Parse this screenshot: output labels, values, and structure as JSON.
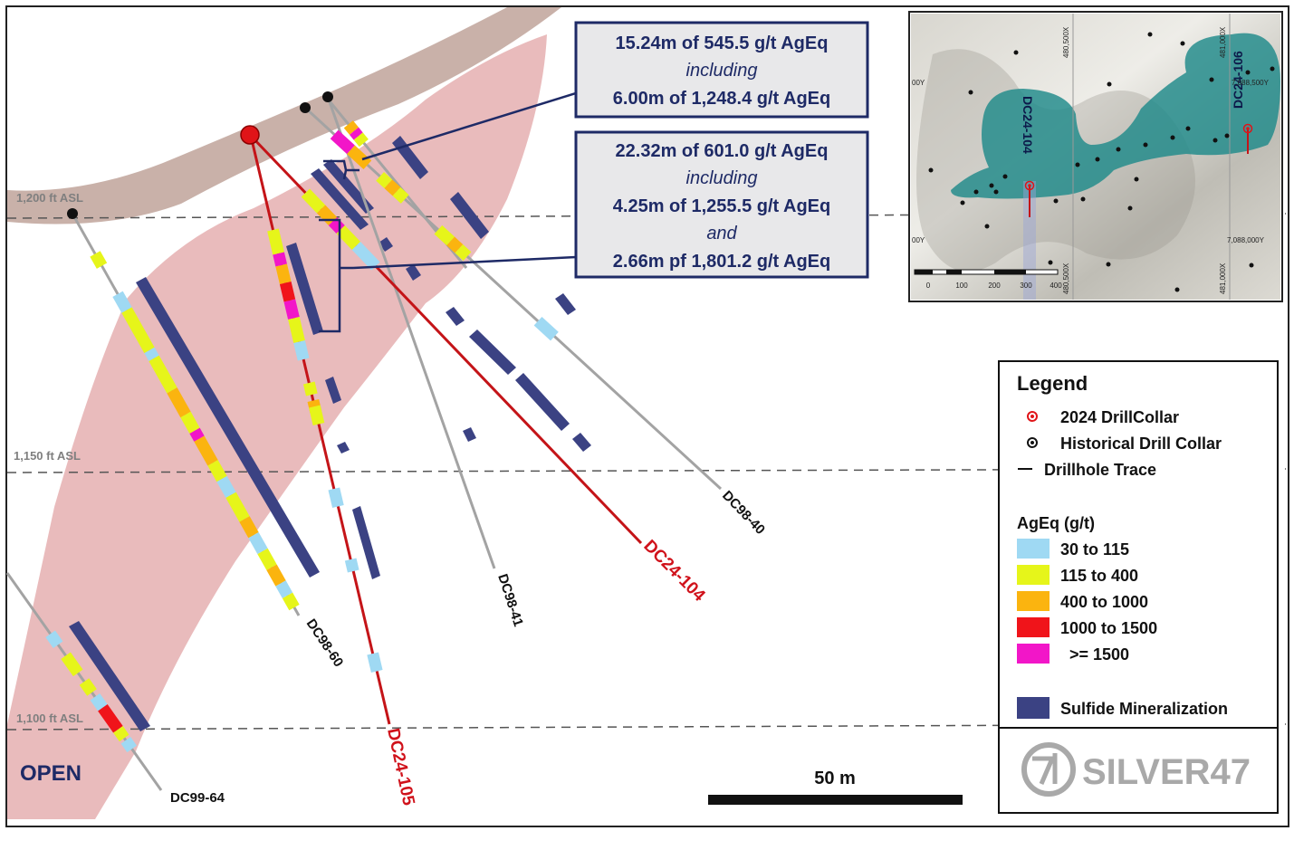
{
  "asl_levels": [
    {
      "label": "1,200 ft ASL"
    },
    {
      "label": "1,150 ft ASL"
    },
    {
      "label": "1,100 ft ASL"
    }
  ],
  "drillholes": [
    {
      "id": "DC98-40",
      "kind": "historical"
    },
    {
      "id": "DC98-41",
      "kind": "historical"
    },
    {
      "id": "DC98-60",
      "kind": "historical"
    },
    {
      "id": "DC99-64",
      "kind": "historical"
    },
    {
      "id": "DC24-104",
      "kind": "2024"
    },
    {
      "id": "DC24-105",
      "kind": "2024"
    }
  ],
  "callouts": [
    {
      "lines": [
        {
          "text": "15.24m of 545.5 g/t AgEq",
          "style": "bold"
        },
        {
          "text": "including",
          "style": "italic"
        },
        {
          "text": "6.00m of 1,248.4 g/t AgEq",
          "style": "bold"
        }
      ]
    },
    {
      "lines": [
        {
          "text": "22.32m of 601.0 g/t AgEq",
          "style": "bold"
        },
        {
          "text": "including",
          "style": "italic"
        },
        {
          "text": "4.25m of 1,255.5 g/t AgEq",
          "style": "bold"
        },
        {
          "text": "and",
          "style": "italic"
        },
        {
          "text": "2.66m pf 1,801.2 g/t AgEq",
          "style": "bold"
        }
      ]
    }
  ],
  "open_label": "OPEN",
  "scale_bar": {
    "label": "50 m"
  },
  "legend": {
    "title": "Legend",
    "symbols": [
      {
        "icon": "red-collar-icon",
        "label": "2024 DrillCollar"
      },
      {
        "icon": "black-collar-icon",
        "label": "Historical Drill Collar"
      },
      {
        "icon": "trace-line-icon",
        "label": "Drillhole Trace"
      }
    ],
    "grade_title": "AgEq (g/t)",
    "grades": [
      {
        "color": "#9fd9f3",
        "label": "30 to 115"
      },
      {
        "color": "#e6f51a",
        "label": "115 to 400"
      },
      {
        "color": "#fbb40f",
        "label": "400 to 1000"
      },
      {
        "color": "#f0141a",
        "label": "1000 to 1500"
      },
      {
        "color": "#f216c8",
        "label": ">= 1500"
      }
    ],
    "sulfide": {
      "color": "#3b4283",
      "label": "Sulfide Mineralization"
    }
  },
  "logo": {
    "text": "SILVER47"
  },
  "inset_map": {
    "hole_labels": [
      "DC24-104",
      "DC24-106"
    ],
    "coords": [
      "480,500X",
      "481,000X",
      "480,500X",
      "481,000X",
      "7,088,500Y",
      "7,088,000Y",
      "00Y",
      "00Y"
    ],
    "scale_ticks": [
      "0",
      "100",
      "200",
      "300",
      "400"
    ]
  },
  "colors": {
    "zone": "#e7b5b6",
    "surface": "#bfa39a",
    "historical_trace": "#a3a3a3",
    "new_trace": "#c41418",
    "callout_border": "#1e2a66",
    "callout_fill": "#e8e8ea"
  }
}
